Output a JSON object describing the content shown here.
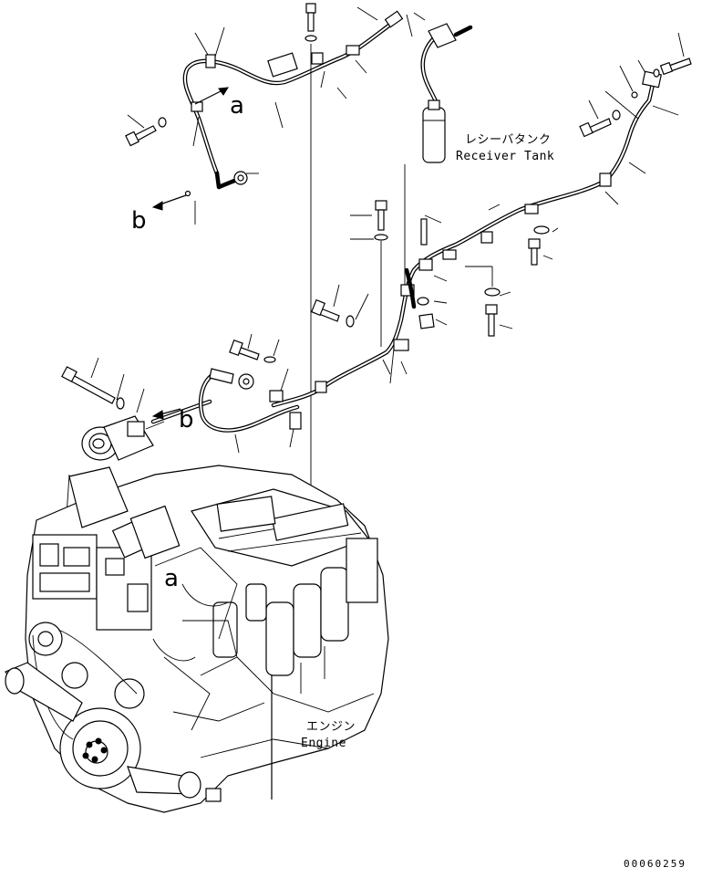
{
  "labels": {
    "receiver_tank_jp": "レシーバタンク",
    "receiver_tank_en": "Receiver Tank",
    "engine_jp": "エンジン",
    "engine_en": "Engine",
    "view_a_top": "a",
    "view_b_top": "b",
    "view_a_engine": "a",
    "view_b_mid": "b"
  },
  "document_number": "00060259",
  "colors": {
    "line": "#000000",
    "background": "#ffffff"
  }
}
